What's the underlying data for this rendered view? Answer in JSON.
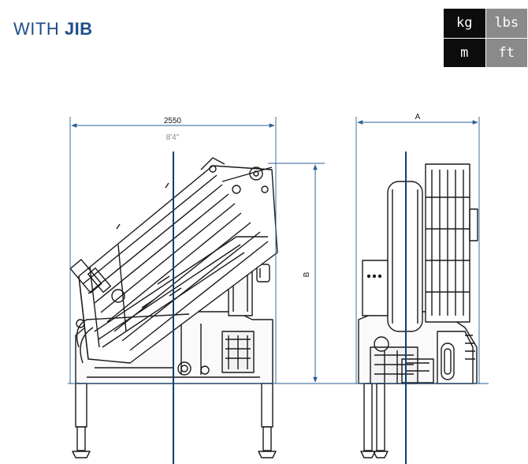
{
  "header": {
    "title_prefix": "WITH",
    "title_bold": "JIB"
  },
  "units": {
    "weight_metric": "kg",
    "weight_imperial": "lbs",
    "length_metric": "m",
    "length_imperial": "ft",
    "active_system": "metric"
  },
  "dimensions": {
    "width_mm": "2550",
    "width_ft": "8'4\"",
    "side_label": "A",
    "height_label": "B"
  },
  "colors": {
    "brand": "#1f4f86",
    "dimension_line": "#2c5f95",
    "centerline": "#123f73",
    "line_art": "#1a1a1a",
    "imperial_text": "#8a8a8a"
  }
}
